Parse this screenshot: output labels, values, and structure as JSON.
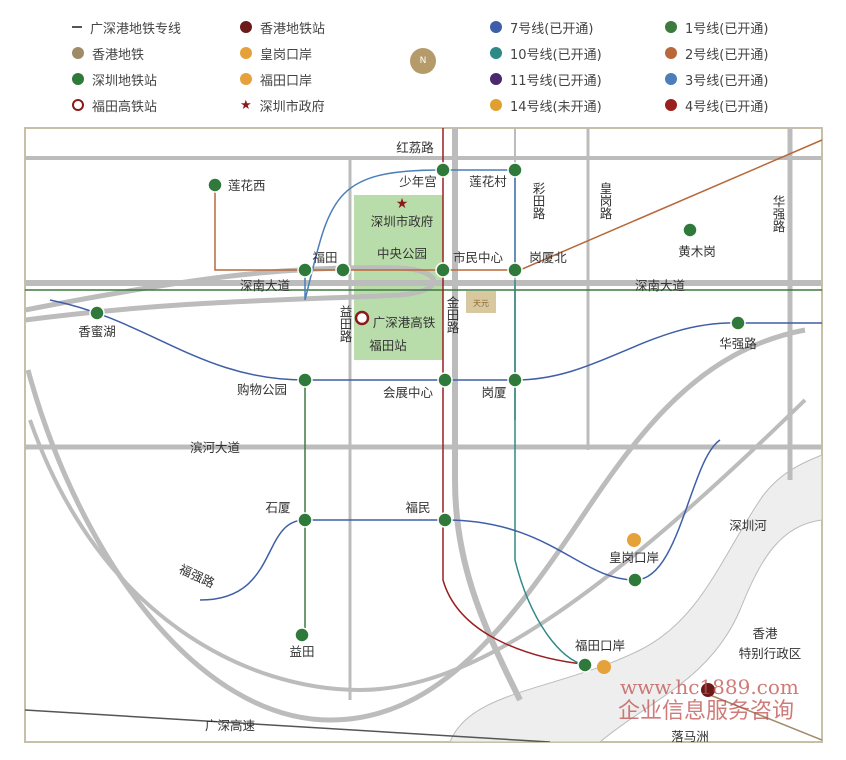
{
  "legend_left": [
    {
      "label": "广深港地铁专线",
      "icon": "dash-line-icon"
    },
    {
      "label": "香港地铁",
      "icon": "brown-dot-icon",
      "color": "#a08b68"
    },
    {
      "label": "深圳地铁站",
      "icon": "shenzhen-metro-station-icon",
      "color": "#2f7a3a"
    },
    {
      "label": "福田高铁站",
      "icon": "high-speed-rail-icon",
      "color": "#8b1a1a"
    }
  ],
  "legend_mid": [
    {
      "label": "香港地铁站",
      "icon": "hk-metro-station-icon",
      "color": "#6b1a1a"
    },
    {
      "label": "皇岗口岸",
      "icon": "port-icon",
      "color": "#e5a23a"
    },
    {
      "label": "福田口岸",
      "icon": "port-icon",
      "color": "#e5a23a"
    },
    {
      "label": "深圳市政府",
      "icon": "star-icon",
      "color": "#8b1a1a"
    }
  ],
  "compass": "N",
  "lines_a": [
    {
      "label": "7号线(已开通)",
      "color": "#3e5fa8"
    },
    {
      "label": "10号线(已开通)",
      "color": "#2e8a86"
    },
    {
      "label": "11号线(已开通)",
      "color": "#4a2a6e"
    },
    {
      "label": "14号线(未开通)",
      "color": "#e0a030"
    }
  ],
  "lines_b": [
    {
      "label": "1号线(已开通)",
      "color": "#3d7a3d"
    },
    {
      "label": "2号线(已开通)",
      "color": "#b8683a"
    },
    {
      "label": "3号线(已开通)",
      "color": "#4a7fb8"
    },
    {
      "label": "4号线(已开通)",
      "color": "#9a2020"
    }
  ],
  "map": {
    "roads": {
      "honglilu": "红荔路",
      "shennan_w": "深南大道",
      "shennan_e": "深南大道",
      "binhe": "滨河大道",
      "caitian": "彩田路",
      "huanggang": "皇岗路",
      "huaqiang": "华强路",
      "yitian": "益田路",
      "jintian": "金田路",
      "fuqiang": "福强路",
      "guangshen": "广深高速"
    },
    "stations": {
      "lianhuaxi": "莲花西",
      "shaoniangong": "少年宫",
      "lianhuacun": "莲花村",
      "futian": "福田",
      "shiminzhongxin": "市民中心",
      "gangxiabei": "岗厦北",
      "huangmugang": "黄木岗",
      "xiangmihu": "香蜜湖",
      "huaqianglu": "华强路",
      "gouwugongyuan": "购物公园",
      "huizhanzhongxin": "会展中心",
      "gangxia": "岗厦",
      "shixia": "石厦",
      "fumin": "福民",
      "huanggangkouan": "皇岗口岸",
      "yitian": "益田",
      "futiankouan": "福田口岸",
      "lokmachau": "落马洲"
    },
    "places": {
      "gov": "深圳市政府",
      "park": "中央公园",
      "hsr1": "广深港高铁",
      "hsr2": "福田站",
      "river": "深圳河",
      "hk1": "香港",
      "hk2": "特别行政区",
      "project": "天元"
    }
  },
  "watermark": {
    "url": "www.hc1889.com",
    "text": "企业信息服务咨询"
  }
}
